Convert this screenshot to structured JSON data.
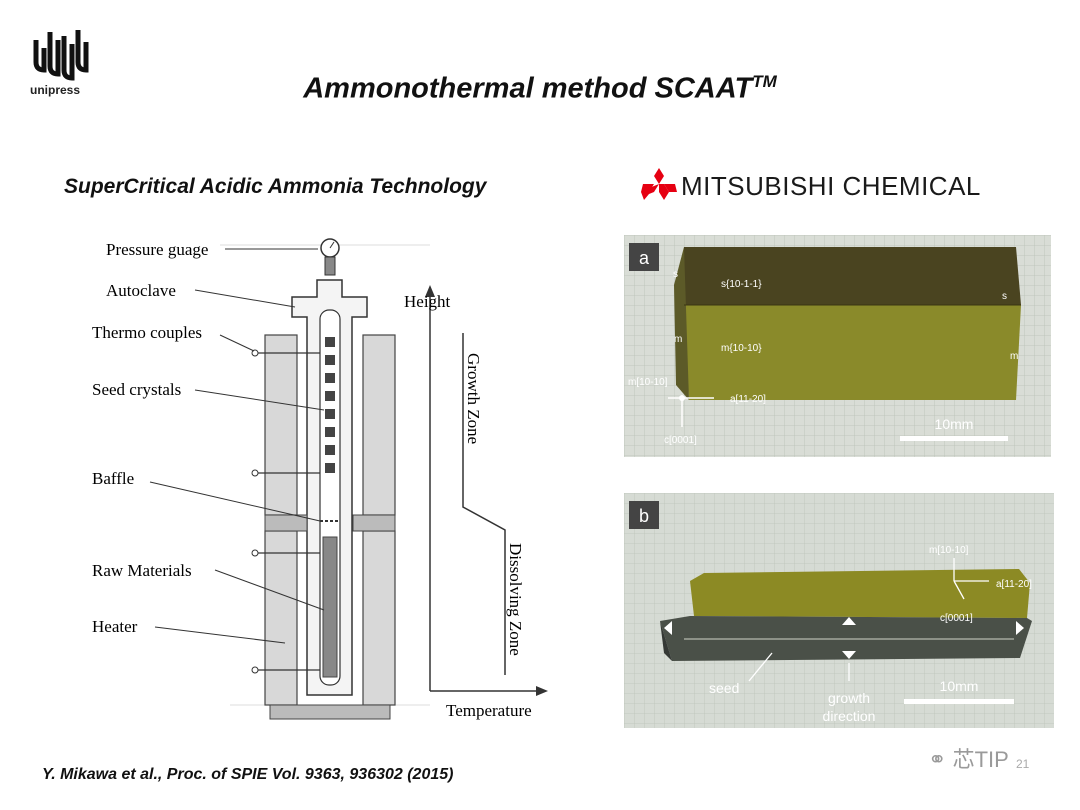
{
  "logo": {
    "text": "unipress",
    "icon": "unipress-logo-icon"
  },
  "title": {
    "main": "Ammonothermal method SCAAT",
    "sup": "TM"
  },
  "subtitle": "SuperCritical Acidic Ammonia Technology",
  "brand": {
    "text": "MITSUBISHI CHEMICAL",
    "icon": "mitsubishi-diamonds-icon",
    "color": "#e60012"
  },
  "diagram": {
    "labels": {
      "pressure": "Pressure guage",
      "autoclave": "Autoclave",
      "thermo": "Thermo couples",
      "seed": "Seed crystals",
      "baffle": "Baffle",
      "raw": "Raw Materials",
      "heater": "Heater",
      "height": "Height",
      "temperature": "Temperature",
      "growth": "Growth Zone",
      "dissolving": "Dissolving Zone"
    }
  },
  "photo_a": {
    "panel": "a",
    "labels": {
      "s_plane": "s{10-1-1}",
      "s1": "s",
      "s2": "s",
      "m1": "m",
      "m_plane": "m{10-10}",
      "m2": "m",
      "m_dir": "m[10-10]",
      "a_dir": "a[11-20]",
      "c_dir": "c[0001]",
      "scale": "10mm"
    }
  },
  "photo_b": {
    "panel": "b",
    "labels": {
      "m_dir": "m[10-10]",
      "a_dir": "a[11-20]",
      "c_dir": "c[0001]",
      "seed": "seed",
      "growth": "growth",
      "direction": "direction",
      "scale": "10mm"
    }
  },
  "citation": "Y. Mikawa et al., Proc. of SPIE Vol. 9363, 936302 (2015)",
  "watermark": "芯TIP",
  "page_number": "21"
}
